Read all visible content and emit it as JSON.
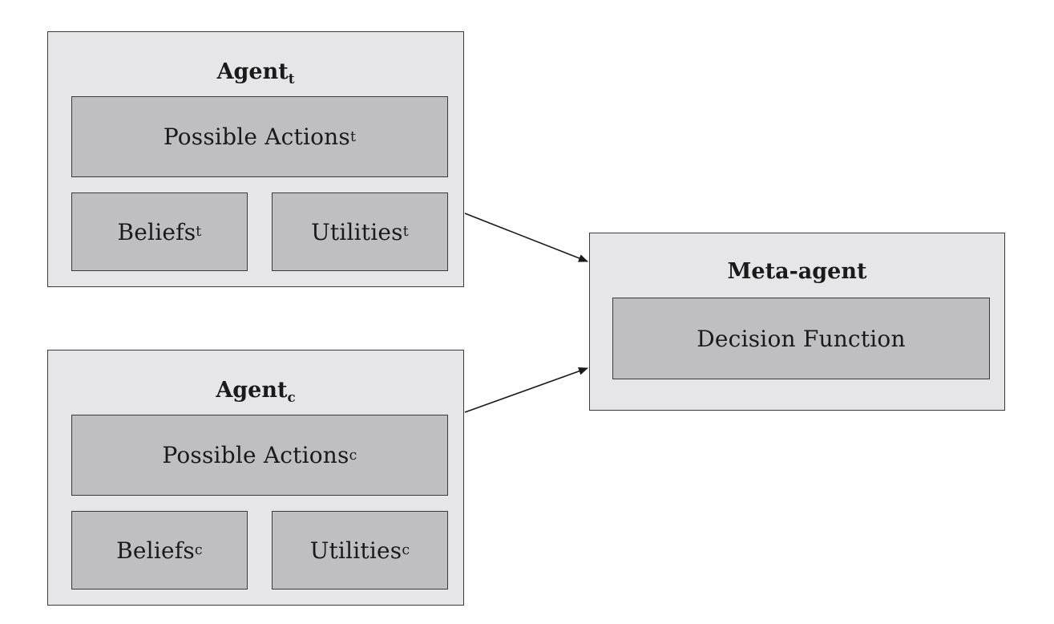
{
  "agent_t": {
    "title": "Agent",
    "title_sub": "t",
    "actions": "Possible Actions",
    "actions_sub": "t",
    "beliefs": "Beliefs",
    "beliefs_sub": "t",
    "utilities": "Utilities",
    "utilities_sub": "t"
  },
  "agent_c": {
    "title": "Agent",
    "title_sub": "c",
    "actions": "Possible Actions",
    "actions_sub": "c",
    "beliefs": "Beliefs",
    "beliefs_sub": "c",
    "utilities": "Utilities",
    "utilities_sub": "c"
  },
  "meta_agent": {
    "title": "Meta-agent",
    "decision": "Decision Function"
  },
  "colors": {
    "outer_fill": "#e6e6e8",
    "inner_fill": "#bfbfc1",
    "stroke": "#3a3a3a",
    "arrow": "#1a1a1a"
  }
}
